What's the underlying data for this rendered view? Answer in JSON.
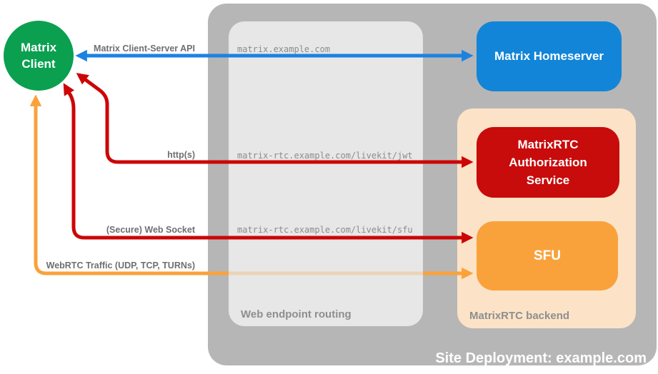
{
  "title": "Matrix RTC site deployment diagram",
  "nodes": {
    "matrix_client": {
      "label": "Matrix\nClient",
      "color": "#0aa04f",
      "text_color": "#ffffff",
      "shape": "circle"
    },
    "matrix_homeserver": {
      "label": "Matrix Homeserver",
      "color": "#1285d8",
      "text_color": "#ffffff"
    },
    "matrixrtc_auth_service": {
      "label": "MatrixRTC Authorization Service",
      "color": "#c80b0b",
      "text_color": "#ffffff"
    },
    "sfu": {
      "label": "SFU",
      "color": "#f9a23c",
      "text_color": "#ffffff"
    }
  },
  "containers": {
    "site_deployment": {
      "label": "Site Deployment: example.com",
      "color": "#b6b6b6",
      "label_color": "#ffffff"
    },
    "web_endpoint_routing": {
      "label": "Web endpoint routing",
      "color": "#e7e7e7",
      "label_color": "#8e8e8e"
    },
    "matrixrtc_backend": {
      "label": "MatrixRTC backend",
      "color": "#fce3c7",
      "label_color": "#8e8e8e"
    }
  },
  "arrows": [
    {
      "label": "Matrix Client-Server API",
      "endpoint": "matrix.example.com",
      "from": "Matrix Client",
      "to": "Matrix Homeserver",
      "color": "#1b82e2",
      "bidirectional": true
    },
    {
      "label": "http(s)",
      "endpoint": "matrix-rtc.example.com/livekit/jwt",
      "from": "Matrix Client",
      "to": "MatrixRTC Authorization Service",
      "color": "#cc0606",
      "bidirectional": true
    },
    {
      "label": "(Secure) Web Socket",
      "endpoint": "matrix-rtc.example.com/livekit/sfu",
      "from": "Matrix Client",
      "to": "SFU",
      "color": "#cc0606",
      "bidirectional": true
    },
    {
      "label": "WebRTC Traffic (UDP, TCP, TURNs)",
      "endpoint": "",
      "from": "Matrix Client",
      "to": "SFU",
      "color": "#f9a23c",
      "bidirectional": true,
      "note": "passes behind web endpoint routing"
    }
  ]
}
